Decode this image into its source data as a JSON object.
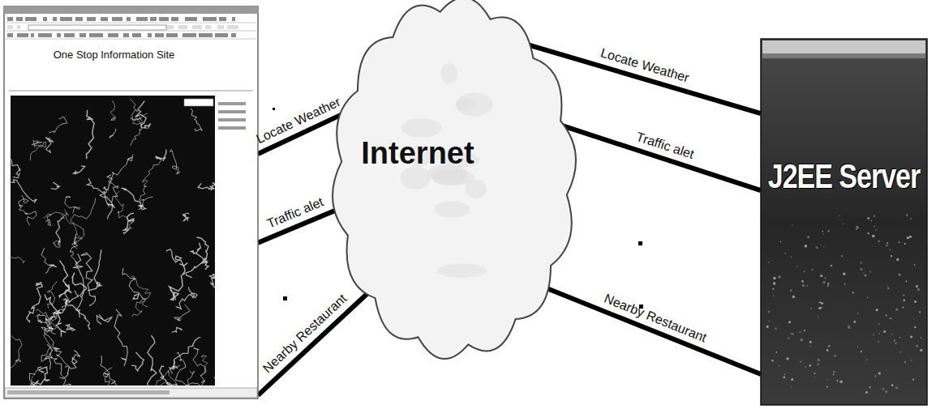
{
  "diagram": {
    "nodes": [
      {
        "text": [
          "One Stop Information Site"
        ]
      },
      {
        "text": [
          "Internet"
        ]
      },
      {
        "text": [
          "J2EE Server"
        ]
      }
    ],
    "edges": [
      {
        "from": 0,
        "to": 1,
        "label": "Locate Weather",
        "arrow": "none"
      },
      {
        "from": 0,
        "to": 1,
        "label": "Traffic alet",
        "arrow": "none"
      },
      {
        "from": 0,
        "to": 1,
        "label": "Nearby Restaurant",
        "arrow": "none"
      },
      {
        "from": 1,
        "to": 2,
        "label": "Locate Weather",
        "arrow": "none"
      },
      {
        "from": 1,
        "to": 2,
        "label": "Traffic alet",
        "arrow": "none"
      },
      {
        "from": 1,
        "to": 2,
        "label": "Nearby Restaurant",
        "arrow": "none"
      }
    ]
  }
}
